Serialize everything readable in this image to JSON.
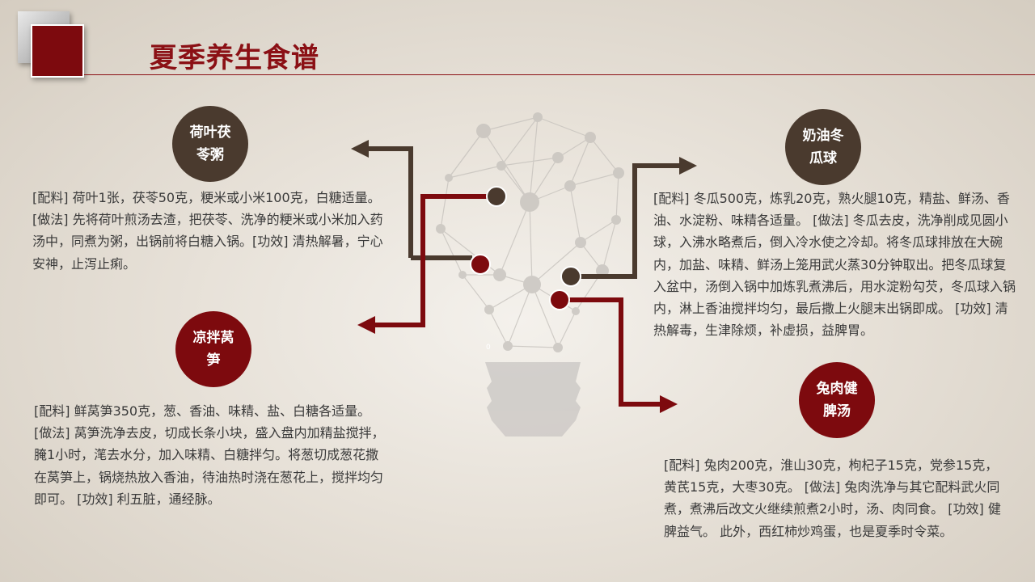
{
  "page": {
    "title": "夏季养生食谱"
  },
  "recipes": [
    {
      "name": "荷叶茯苓粥",
      "text": "[配料] 荷叶1张，茯苓50克，粳米或小米100克，白糖适量。 [做法] 先将荷叶煎汤去渣，把茯苓、洗净的粳米或小米加入药汤中，同煮为粥，出锅前将白糖入锅。[功效] 清热解暑，宁心安神，止泻止痢。"
    },
    {
      "name": "凉拌莴笋",
      "text": "[配料] 鲜莴笋350克，葱、香油、味精、盐、白糖各适量。 [做法] 莴笋洗净去皮，切成长条小块，盛入盘内加精盐搅拌，腌1小时，滗去水分，加入味精、白糖拌匀。将葱切成葱花撒在莴笋上，锅烧热放入香油，待油热时浇在葱花上，搅拌均匀即可。 [功效] 利五脏，通经脉。"
    },
    {
      "name": "奶油冬瓜球",
      "text": "[配料] 冬瓜500克，炼乳20克，熟火腿10克，精盐、鲜汤、香油、水淀粉、味精各适量。 [做法] 冬瓜去皮，洗净削成见圆小球，入沸水略煮后，倒入冷水使之冷却。将冬瓜球排放在大碗内，加盐、味精、鲜汤上笼用武火蒸30分钟取出。把冬瓜球复入盆中，汤倒入锅中加炼乳煮沸后，用水淀粉勾芡，冬瓜球入锅内，淋上香油搅拌均匀，最后撒上火腿末出锅即成。 [功效] 清热解毒，生津除烦，补虚损，益脾胃。"
    },
    {
      "name": "兔肉健脾汤",
      "text": "[配料] 兔肉200克，淮山30克，枸杞子15克，党参15克，黄芪15克，大枣30克。 [做法] 兔肉洗净与其它配料武火同煮，煮沸后改文火继续煎煮2小时，汤、肉同食。 [功效] 健脾益气。 此外，西红柿炒鸡蛋，也是夏季时令菜。"
    }
  ],
  "bulb_label": "0",
  "colors": {
    "accent_red": "#7d0a0e",
    "accent_brown": "#4a3a2e",
    "title_red": "#8b1015"
  },
  "icons": [
    "lightbulb-network-icon"
  ]
}
